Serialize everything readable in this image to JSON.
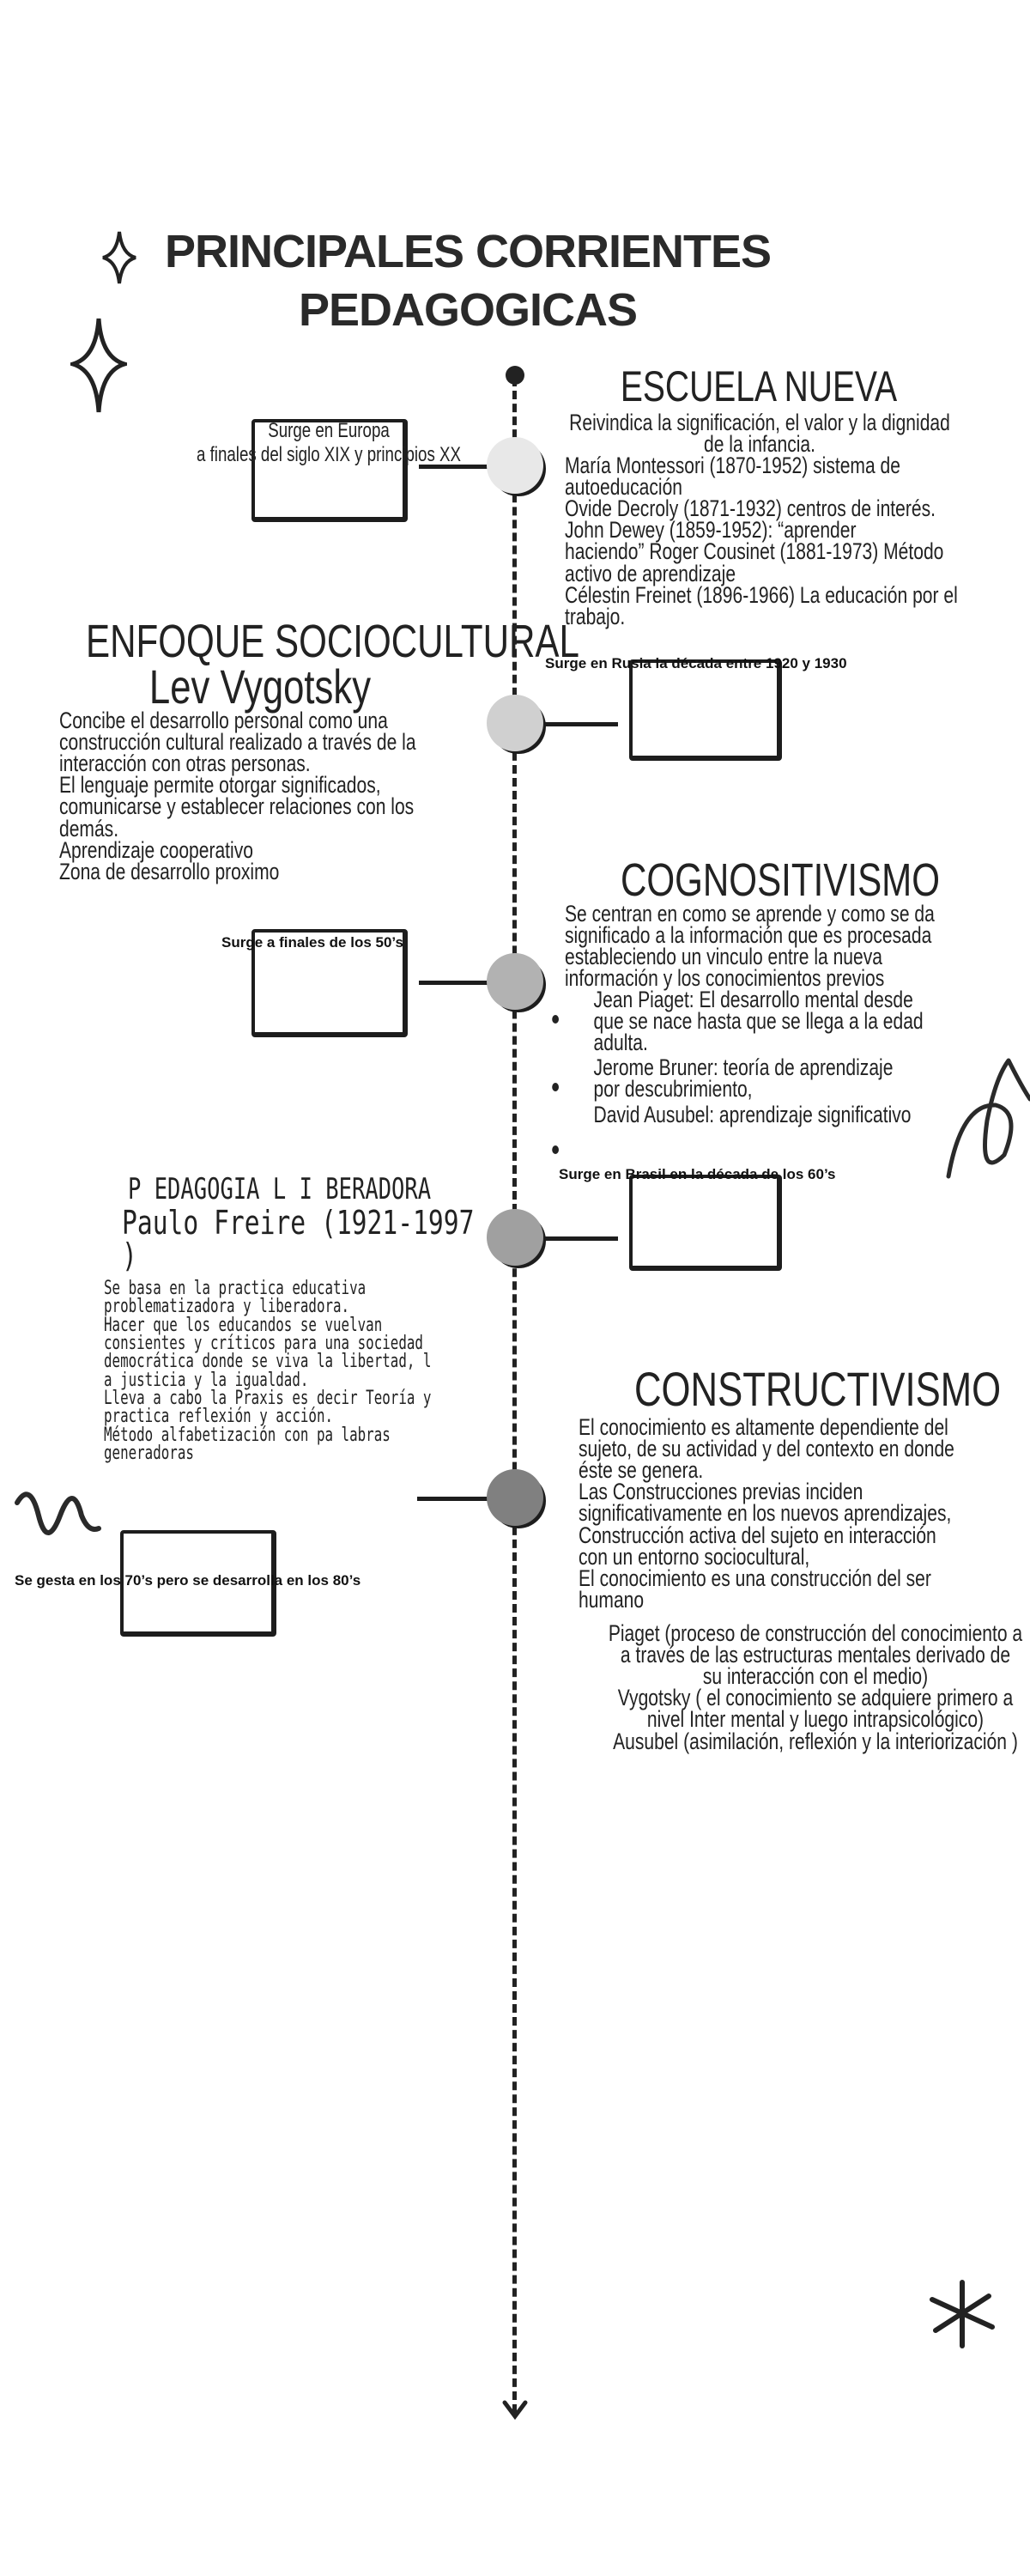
{
  "title": {
    "line1": "PRINCIPALES CORRIENTES",
    "line2": "PEDAGOGICAS"
  },
  "timeline": {
    "circle_colors": [
      "#e8e8e8",
      "#d0d0d0",
      "#b2b2b2",
      "#a0a0a0",
      "#808080"
    ]
  },
  "escuela_nueva": {
    "title": "ESCUELA NUEVA",
    "intro": [
      "Reivindica la significación, el valor y la dignidad",
      "de la infancia."
    ],
    "lines": [
      "María Montessori (1870-1952) sistema de",
      "autoeducación",
      "Ovide Decroly (1871-1932) centros de interés.",
      "John Dewey (1859-1952):  “aprender",
      "haciendo” Roger Cousinet (1881-1973) Método",
      "activo de aprendizaje",
      "Célestin Freinet (1896-1966) La educación por el",
      "trabajo."
    ],
    "origin": [
      "Surge en Europa",
      "a finales del siglo XIX y principios XX"
    ]
  },
  "sociocultural": {
    "title": "ENFOQUE SOCIOCULTURAL",
    "subtitle": "Lev Vygotsky",
    "lines": [
      "Concibe el desarrollo personal como una",
      "construcción cultural realizado a través de la",
      "interacción con otras personas.",
      "El lenguaje permite otorgar significados,",
      "comunicarse y establecer relaciones con los",
      "demás.",
      "Aprendizaje cooperativo",
      "Zona de desarrollo proximo"
    ],
    "origin": "Surge en Rusia la década entre 1920 y 1930"
  },
  "cognositivismo": {
    "title": "COGNOSITIVISMO",
    "lines": [
      "Se centran en como se aprende y como se da",
      "significado a la información que es procesada",
      "estableciendo un vinculo entre la nueva",
      "información y los conocimientos previos"
    ],
    "bullets": [
      [
        "Jean Piaget: El desarrollo mental desde",
        "que se nace hasta que se llega a la edad",
        "adulta."
      ],
      [
        "Jerome Bruner: teoría de aprendizaje",
        "por descubrimiento,"
      ],
      [
        "David Ausubel: aprendizaje significativo"
      ]
    ],
    "origin": "Surge a finales de los 50’s"
  },
  "liberadora": {
    "title": "P EDAGOGIA L I BERADORA",
    "subtitle": [
      "Paulo Freire (1921-1997",
      ")"
    ],
    "lines": [
      "Se basa en la practica educativa",
      "problematizadora y liberadora.",
      "Hacer que los educandos se vuelvan",
      "consientes y críticos para una sociedad",
      "democrática donde se viva la libertad, l",
      "a justicia y la igualdad.",
      " Lleva a cabo la Praxis es decir Teoría y",
      "practica reflexión y acción.",
      "Método alfabetización con pa labras",
      "generadoras"
    ],
    "origin": "Surge en Brasil en la  década de los 60’s"
  },
  "constructivismo": {
    "title": "CONSTRUCTIVISMO",
    "lines": [
      "El conocimiento es altamente dependiente del",
      "sujeto, de su actividad y del contexto en donde",
      "éste se genera.",
      "Las Construcciones previas inciden",
      "significativamente en los nuevos aprendizajes,",
      "Construcción activa del sujeto  en  interacción",
      "con un entorno sociocultural,",
      "El conocimiento es una construcción del ser",
      "humano"
    ],
    "authors": [
      "Piaget (proceso de construcción del conocimiento a",
      "a través de las estructuras mentales derivado de",
      "su interacción con el medio)",
      "Vygotsky ( el conocimiento se adquiere primero a",
      "nivel Inter mental y luego intrapsicológico)",
      "Ausubel (asimilación, reflexión y la interiorización )"
    ],
    "origin": "Se gesta en los 70’s pero se desarrolla en los 80’s"
  }
}
